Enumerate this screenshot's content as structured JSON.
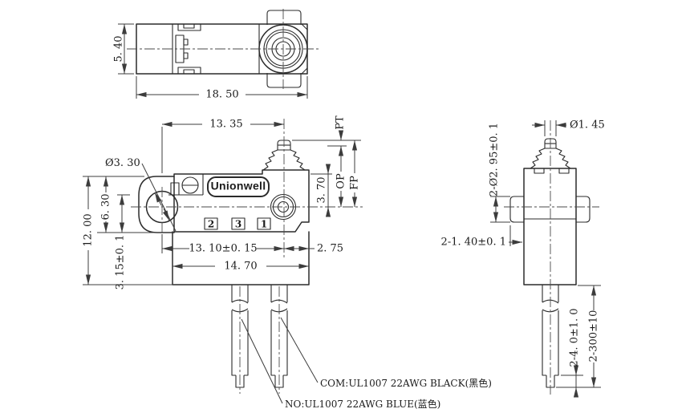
{
  "brand": "Unionwell",
  "top_view": {
    "height": "5. 40",
    "width": "18. 50"
  },
  "front_view": {
    "plunger_offset": "13. 35",
    "hole_dia": "Ø3. 30",
    "lobe_height": "6. 30",
    "total_height": "12. 00",
    "hole_to_base": "3. 15±0. 1",
    "terminal_span": "13. 10±0. 15",
    "body_width": "14. 70",
    "button_offset": "2. 75",
    "top_to_center": "3. 70",
    "pretravel": "PT",
    "operating_position": "OP",
    "free_position": "FP",
    "terminals": [
      "2",
      "3",
      "1"
    ]
  },
  "side_view": {
    "plunger_dia": "Ø1. 45",
    "boss_dia": "2-Ø2. 95±0. 1",
    "boss_depth": "2-1. 40±0. 1",
    "strip_length": "2-4. 0±1. 0",
    "wire_length": "2-300±10"
  },
  "wire_labels": {
    "com": "COM:UL1007 22AWG BLACK(黑色)",
    "no": "NO:UL1007 22AWG BLUE(蓝色)"
  },
  "colors": {
    "line": "#2b2b2b",
    "dimension": "#3c3c3c",
    "background": "#ffffff"
  }
}
